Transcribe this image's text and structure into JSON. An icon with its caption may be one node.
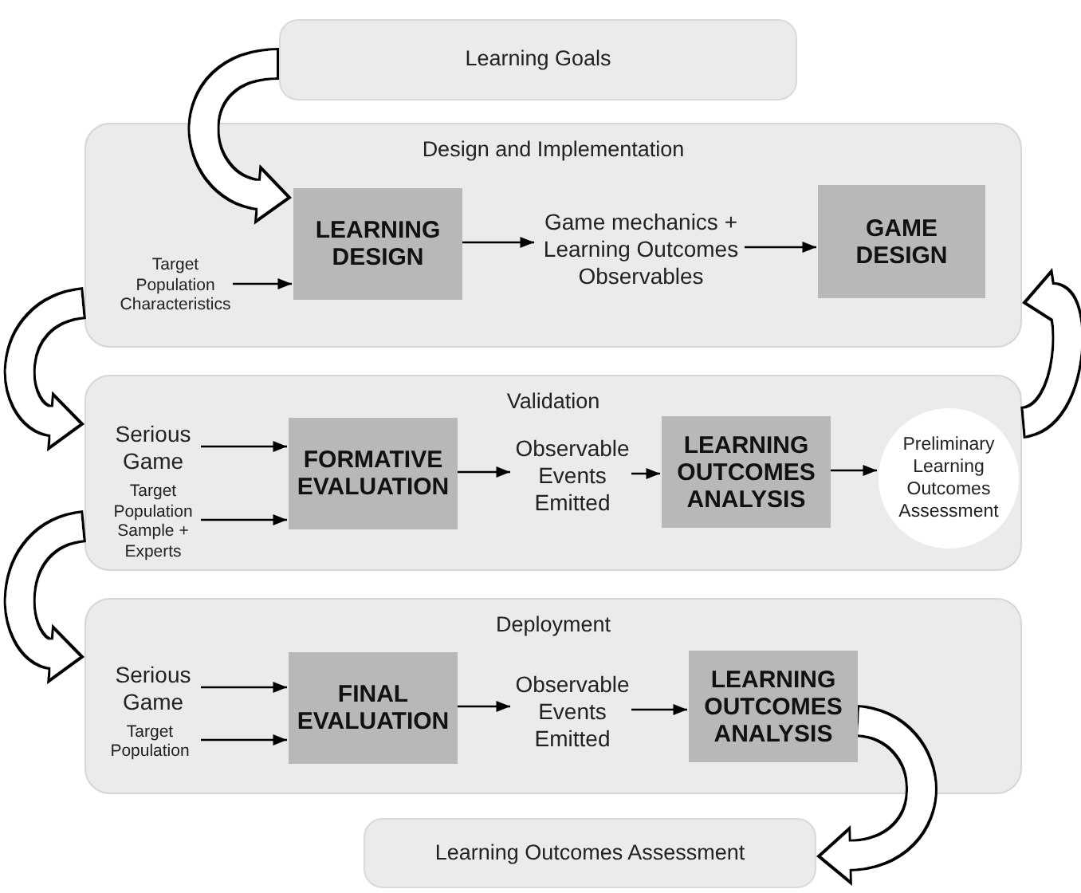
{
  "diagram": {
    "nodes": [
      {
        "text": [
          "Learning Goals"
        ]
      },
      {
        "text": [
          "Design and Implementation"
        ]
      },
      {
        "text": [
          "Target Population Characteristics"
        ],
        "in": 1
      },
      {
        "text": [
          "LEARNING DESIGN"
        ],
        "in": 1
      },
      {
        "text": [
          "Game mechanics + Learning Outcomes Observables"
        ],
        "in": 1
      },
      {
        "text": [
          "GAME DESIGN"
        ],
        "in": 1
      },
      {
        "text": [
          "Validation"
        ]
      },
      {
        "text": [
          "Serious Game"
        ],
        "in": 6
      },
      {
        "text": [
          "Target Population Sample + Experts"
        ],
        "in": 6
      },
      {
        "text": [
          "FORMATIVE EVALUATION"
        ],
        "in": 6
      },
      {
        "text": [
          "Observable Events Emitted"
        ],
        "in": 6
      },
      {
        "text": [
          "LEARNING OUTCOMES ANALYSIS"
        ],
        "in": 6
      },
      {
        "text": [
          "Preliminary Learning Outcomes Assessment"
        ],
        "in": 6
      },
      {
        "text": [
          "Deployment"
        ]
      },
      {
        "text": [
          "Serious Game"
        ],
        "in": 13
      },
      {
        "text": [
          "Target Population"
        ],
        "in": 13
      },
      {
        "text": [
          "FINAL EVALUATION"
        ],
        "in": 13
      },
      {
        "text": [
          "Observable Events Emitted"
        ],
        "in": 13
      },
      {
        "text": [
          "LEARNING OUTCOMES ANALYSIS"
        ],
        "in": 13
      },
      {
        "text": [
          "Learning Outcomes Assessment"
        ]
      }
    ],
    "edges": [
      {
        "from": 0,
        "to": 3,
        "arrow": "to",
        "style": "thick"
      },
      {
        "from": 1,
        "to": 6,
        "arrow": "to",
        "style": "thick"
      },
      {
        "from": 6,
        "to": 1,
        "arrow": "to",
        "style": "thick"
      },
      {
        "from": 6,
        "to": 13,
        "arrow": "to",
        "style": "thick"
      },
      {
        "from": 18,
        "to": 19,
        "arrow": "to",
        "style": "thick"
      },
      {
        "from": 2,
        "to": 3,
        "arrow": "to"
      },
      {
        "from": 3,
        "to": 4,
        "arrow": "to"
      },
      {
        "from": 4,
        "to": 5,
        "arrow": "to"
      },
      {
        "from": 7,
        "to": 9,
        "arrow": "to"
      },
      {
        "from": 8,
        "to": 9,
        "arrow": "to"
      },
      {
        "from": 9,
        "to": 10,
        "arrow": "to"
      },
      {
        "from": 10,
        "to": 11,
        "arrow": "to"
      },
      {
        "from": 11,
        "to": 12,
        "arrow": "to"
      },
      {
        "from": 14,
        "to": 16,
        "arrow": "to"
      },
      {
        "from": 15,
        "to": 16,
        "arrow": "to"
      },
      {
        "from": 16,
        "to": 17,
        "arrow": "to"
      },
      {
        "from": 17,
        "to": 18,
        "arrow": "to"
      }
    ]
  }
}
